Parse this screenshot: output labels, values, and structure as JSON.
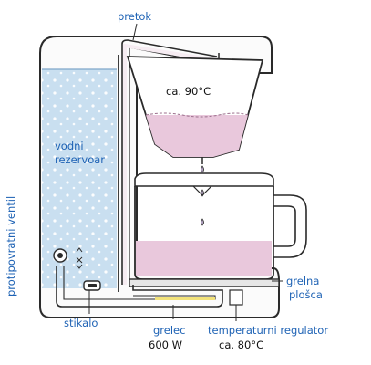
{
  "labels": {
    "pretok": "pretok",
    "top_temp": "ca. 90°C",
    "reservoir_line1": "vodni",
    "reservoir_line2": "rezervoar",
    "valve": "protipovratni ventil",
    "hot_plate_line1": "grelna",
    "hot_plate_line2": "plošca",
    "switch": "stikalo",
    "heater_line1": "grelec",
    "heater_line2": "600 W",
    "regulator_line1": "temperaturni regulator",
    "regulator_line2": "ca. 80°C"
  },
  "colors": {
    "outline": "#2a2a2a",
    "water": "#c9dff0",
    "coffee": "#e9c8dc",
    "tube_fill": "#f6ecf2",
    "label_blue": "#1f63b5",
    "heater_yellow": "#f2e27a"
  }
}
